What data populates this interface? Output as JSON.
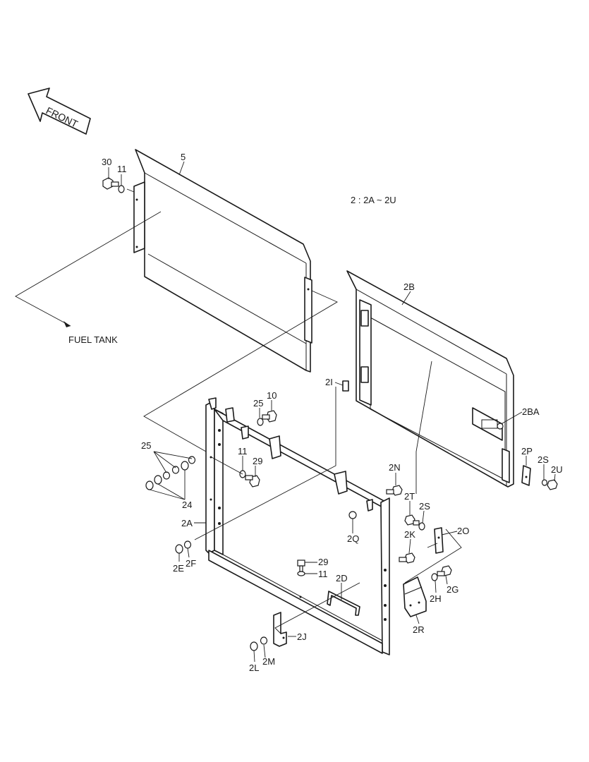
{
  "diagram": {
    "front_arrow": "FRONT",
    "note": "2 : 2A ~ 2U",
    "fuel_tank": "FUEL TANK",
    "labels": {
      "l30": "30",
      "l11a": "11",
      "l5": "5",
      "l2B": "2B",
      "l2I": "2I",
      "l10": "10",
      "l25a": "25",
      "l25b": "25",
      "l11b": "11",
      "l29a": "29",
      "l24": "24",
      "l2A": "2A",
      "l2E": "2E",
      "l2F": "2F",
      "l2Q": "2Q",
      "l2N": "2N",
      "l2BA": "2BA",
      "l2P": "2P",
      "l2S": "2S",
      "l2U": "2U",
      "l2T": "2T",
      "l2S2": "2S",
      "l2O": "2O",
      "l2K": "2K",
      "l29b": "29",
      "l11c": "11",
      "l2D": "2D",
      "l2H": "2H",
      "l2G": "2G",
      "l2R": "2R",
      "l2J": "2J",
      "l2M": "2M",
      "l2L": "2L"
    }
  }
}
